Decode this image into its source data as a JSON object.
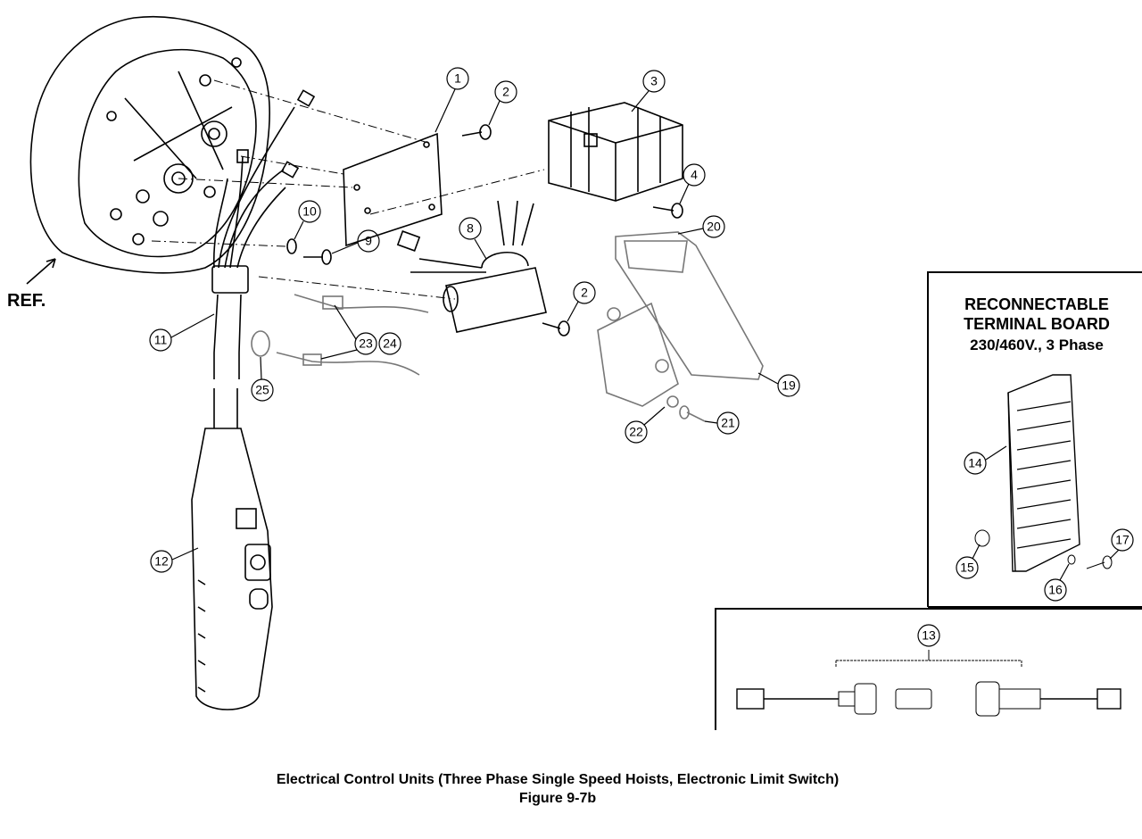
{
  "diagram": {
    "ref_label": "REF.",
    "caption_line1": "Electrical Control Units (Three Phase Single Speed Hoists, Electronic Limit Switch)",
    "caption_line2": "Figure 9-7b",
    "inset_terminal_board": {
      "title_line1": "RECONNECTABLE",
      "title_line2": "TERMINAL BOARD",
      "title_line3": "230/460V., 3 Phase"
    },
    "callouts": [
      "1",
      "2",
      "3",
      "4",
      "8",
      "9",
      "10",
      "11",
      "12",
      "2",
      "19",
      "20",
      "21",
      "22",
      "23",
      "24",
      "25",
      "14",
      "15",
      "16",
      "17",
      "13"
    ]
  }
}
